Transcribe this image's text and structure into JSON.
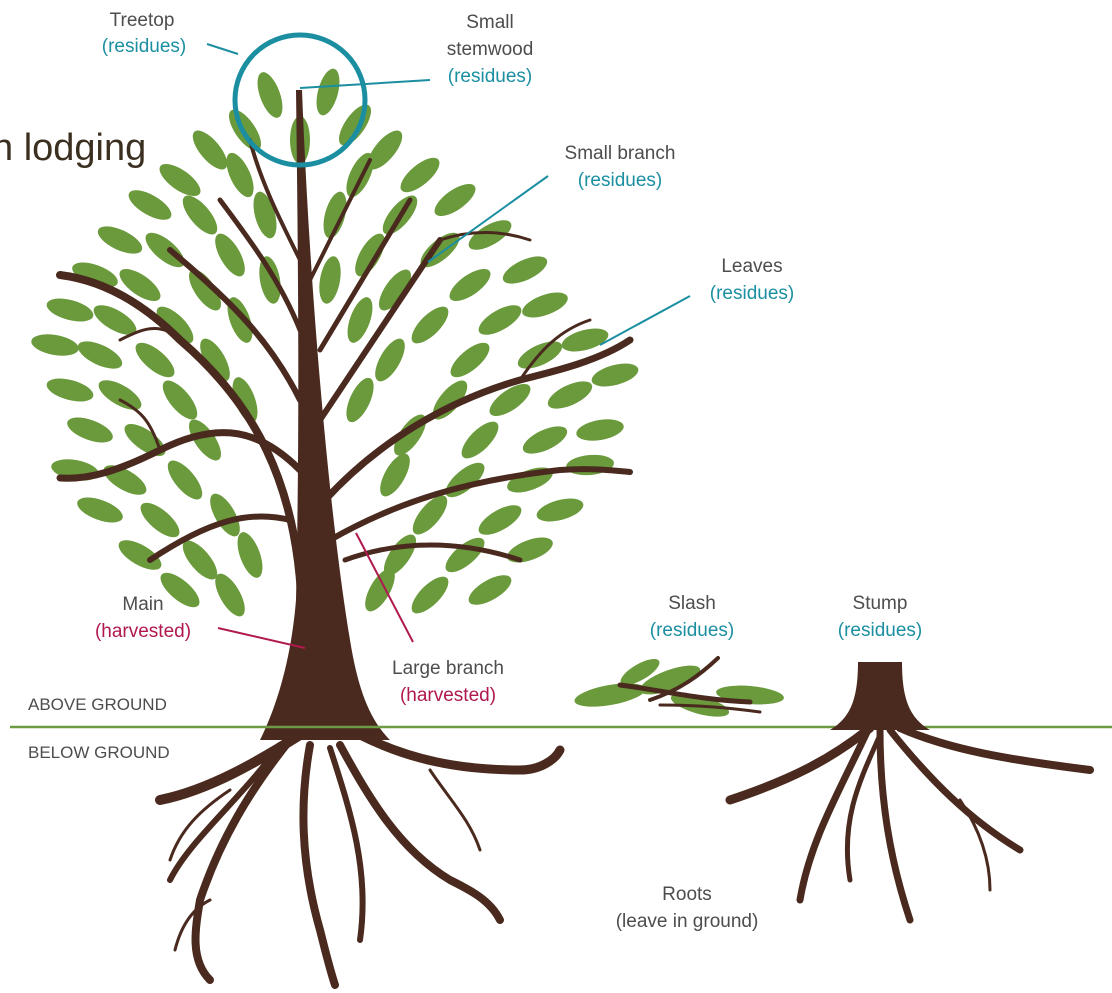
{
  "corner_text": "n lodging",
  "labels": {
    "treetop": {
      "name": "Treetop",
      "status": "(residues)"
    },
    "small_stemwood": {
      "name_line1": "Small",
      "name_line2": "stemwood",
      "status": "(residues)"
    },
    "small_branch": {
      "name": "Small branch",
      "status": "(residues)"
    },
    "leaves": {
      "name": "Leaves",
      "status": "(residues)"
    },
    "main": {
      "name": "Main",
      "status": "(harvested)"
    },
    "large_branch": {
      "name": "Large branch",
      "status": "(harvested)"
    },
    "slash": {
      "name": "Slash",
      "status": "(residues)"
    },
    "stump": {
      "name": "Stump",
      "status": "(residues)"
    },
    "roots": {
      "name": "Roots",
      "status": "(leave in ground)"
    }
  },
  "ground": {
    "above": "ABOVE GROUND",
    "below": "BELOW GROUND"
  },
  "colors": {
    "leaf": "#6a9a3c",
    "trunk": "#4a2a1e",
    "residue_text": "#1b8fa1",
    "harvested_text": "#b0184f",
    "ground_line": "#6c9a45",
    "label_text": "#4d4d4d"
  }
}
